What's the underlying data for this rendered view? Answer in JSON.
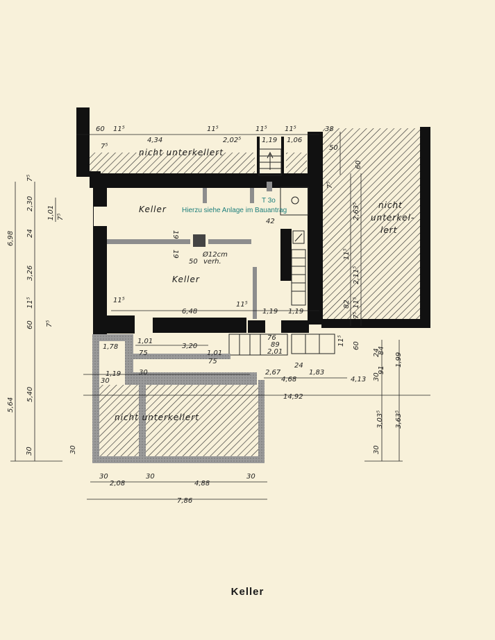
{
  "caption": "Keller",
  "rooms": {
    "keller_upper": "Keller",
    "keller_lower": "Keller",
    "unexcavated_top": "nicht  unterkellert",
    "unexcavated_right_1": "nicht",
    "unexcavated_right_2": "unterkel-",
    "unexcavated_right_3": "lert",
    "unexcavated_bottom": "nicht    unterkellert"
  },
  "annotations": {
    "stamp_note": "Hierzu siehe Anlage im Bauantrag",
    "stamp_code": "T 3o",
    "chimney_1": "Ø12cm",
    "chimney_2": "verh."
  },
  "dimensions": {
    "top": [
      "60",
      "11⁵",
      "4,34",
      "11⁵",
      "2,02⁵",
      "11⁵",
      "1,19",
      "11⁵",
      "1,06",
      "38",
      "7⁵",
      "50",
      "60"
    ],
    "left_outer": [
      "6,98",
      "5,64",
      "30"
    ],
    "left_inner": [
      "2,30",
      "24",
      "3,26",
      "60",
      "11⁵",
      "5,40",
      "30"
    ],
    "left_small": [
      "7⁵",
      "1,01",
      "7⁵",
      "7⁵"
    ],
    "right": [
      "7⁵",
      "2,63⁵",
      "11⁵",
      "2,11⁵",
      "82",
      "11⁵",
      "7⁵",
      "60",
      "11⁵",
      "24",
      "91",
      "84",
      "1,99",
      "30",
      "3,03⁵",
      "3,63⁵",
      "30"
    ],
    "inner": [
      "19",
      "19",
      "50",
      "42",
      "11⁵",
      "6,48",
      "11⁵",
      "1,19",
      "1,19",
      "76",
      "89",
      "2,01",
      "1,01",
      "75",
      "3,20",
      "1,01",
      "75",
      "1,78",
      "1,19",
      "30",
      "2,67",
      "24",
      "1,83",
      "4,68",
      "4,13",
      "14,92",
      "30"
    ],
    "bottom": [
      "30",
      "2,08",
      "30",
      "4,88",
      "30",
      "7,86"
    ]
  }
}
